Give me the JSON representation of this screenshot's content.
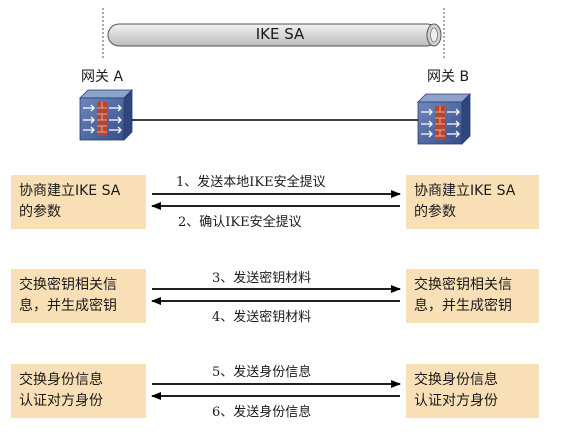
{
  "tunnel": {
    "label": "IKE SA"
  },
  "gateways": [
    {
      "label": "网关 A"
    },
    {
      "label": "网关 B"
    }
  ],
  "steps": [
    {
      "left": [
        "协商建立IKE SA",
        "的参数"
      ],
      "right": [
        "协商建立IKE SA",
        "的参数"
      ],
      "forward": "1、发送本地IKE安全提议",
      "backward": "2、确认IKE安全提议"
    },
    {
      "left": [
        "交换密钥相关信",
        "息，并生成密钥"
      ],
      "right": [
        "交换密钥相关信",
        "息，并生成密钥"
      ],
      "forward": "3、发送密钥材料",
      "backward": "4、发送密钥材料"
    },
    {
      "left": [
        "交换身份信息",
        "认证对方身份"
      ],
      "right": [
        "交换身份信息",
        "认证对方身份"
      ],
      "forward": "5、发送身份信息",
      "backward": "6、发送身份信息"
    }
  ]
}
